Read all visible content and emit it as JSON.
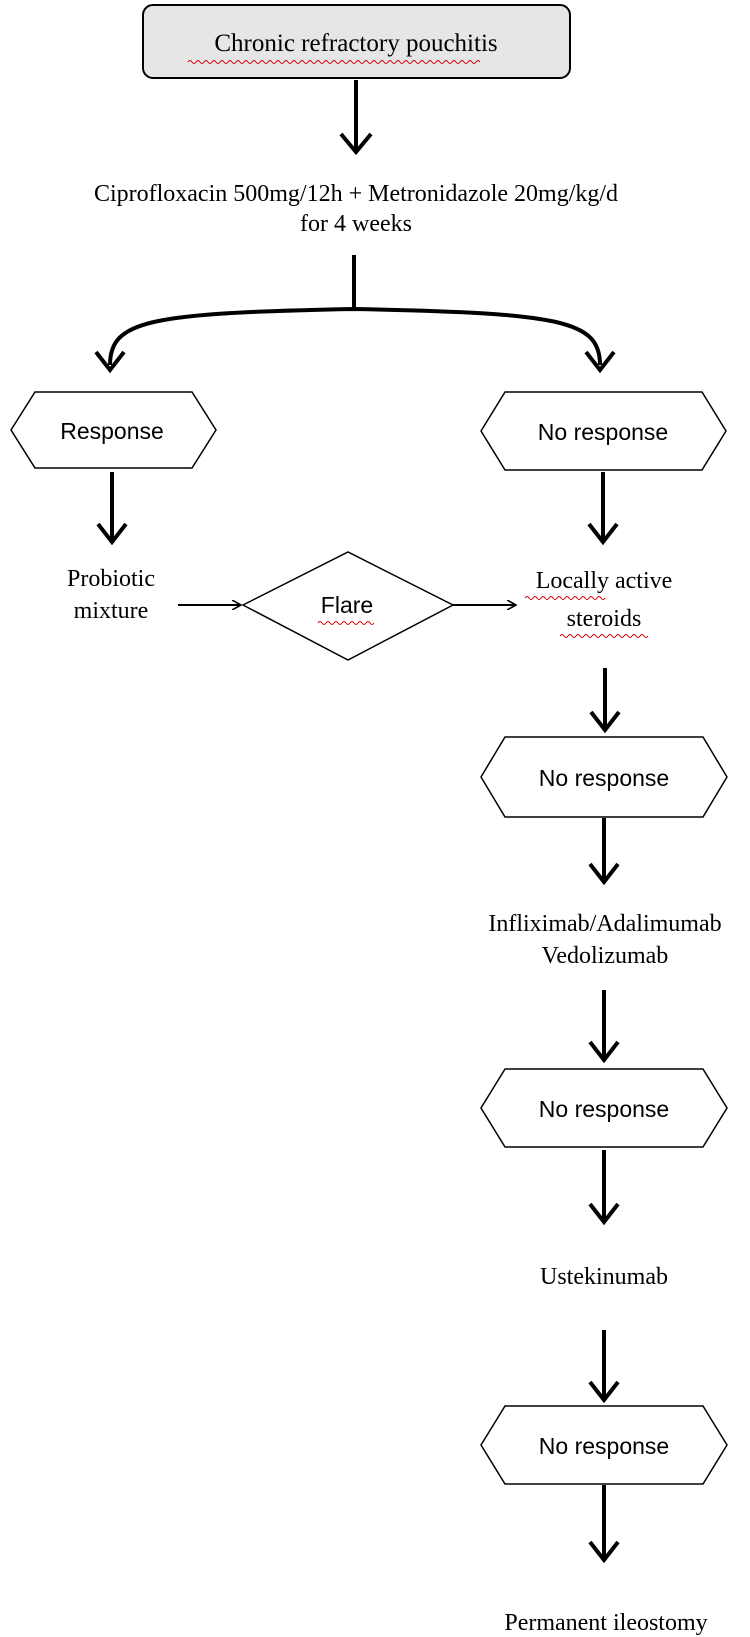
{
  "diagram": {
    "start": {
      "label": "Chronic refractory pouchitis"
    },
    "first_line": {
      "line1": "Ciprofloxacin 500mg/12h + Metronidazole 20mg/kg/d",
      "line2": "for 4 weeks"
    },
    "response_left": {
      "label": "Response"
    },
    "response_right": {
      "label": "No response"
    },
    "probiotic": {
      "line1": "Probiotic",
      "line2": "mixture"
    },
    "flare": {
      "label": "Flare"
    },
    "steroids": {
      "line1": "Locally active",
      "line2": "steroids"
    },
    "no_response_2": {
      "label": "No response"
    },
    "biologics": {
      "line1": "Infliximab/Adalimumab",
      "line2": "Vedolizumab"
    },
    "no_response_3": {
      "label": "No response"
    },
    "ustekinumab": {
      "label": "Ustekinumab"
    },
    "no_response_4": {
      "label": "No response"
    },
    "final": {
      "label": "Permanent ileostomy"
    }
  }
}
